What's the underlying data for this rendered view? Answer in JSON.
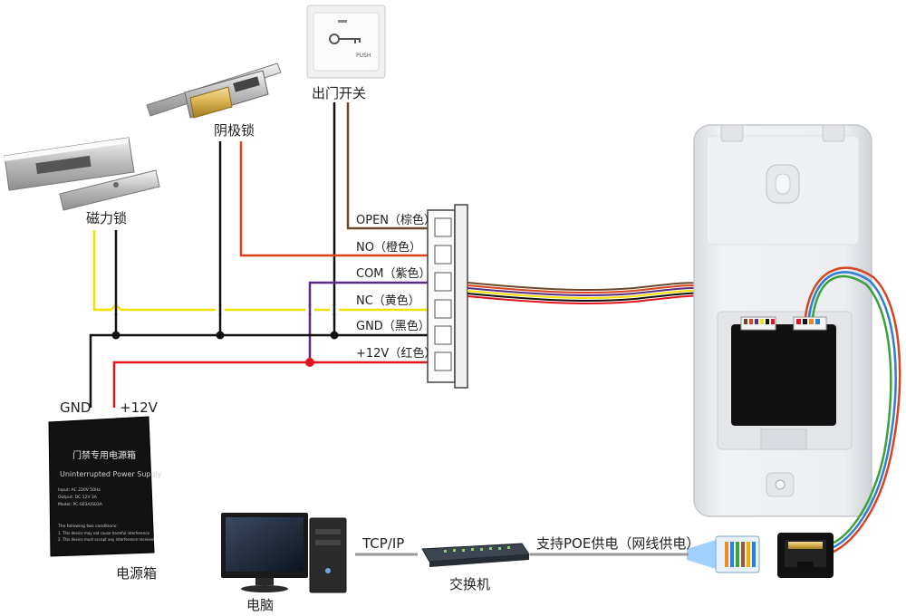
{
  "devices": {
    "magnetic_lock": "磁力锁",
    "strike_lock": "阴极锁",
    "exit_button": "出门开关",
    "exit_button_push": "PUSH",
    "power_box": "电源箱",
    "computer": "电脑",
    "switch": "交换机"
  },
  "terminal": {
    "pins": [
      {
        "label": "OPEN（棕色）",
        "color": "#6b4a2b"
      },
      {
        "label": "NO（橙色）",
        "color": "#d9431e"
      },
      {
        "label": "COM（紫色）",
        "color": "#5a2d82"
      },
      {
        "label": "NC（黄色）",
        "color": "#f2e100"
      },
      {
        "label": "GND（黑色）",
        "color": "#111111"
      },
      {
        "label": "+12V（红色）",
        "color": "#e0161c"
      }
    ]
  },
  "psu": {
    "gnd_label": "GND",
    "v12_label": "+12V",
    "panel_title": "门禁专用电源箱",
    "panel_subtitle": "Uninterrupted Power Supply",
    "spec_input": "Input:  AC 220V 50Hz",
    "spec_output": "Output:  DC 12V 3A",
    "spec_model": "Model:  PC-S03A/S03A",
    "notice_title": "The following two conditions:",
    "notice_1": "1. This device may not cause harmful interference",
    "notice_2": "2. This device must accept any interference received"
  },
  "network": {
    "tcpip_label": "TCP/IP",
    "poe_label": "支持POE供电（网线供电）"
  }
}
